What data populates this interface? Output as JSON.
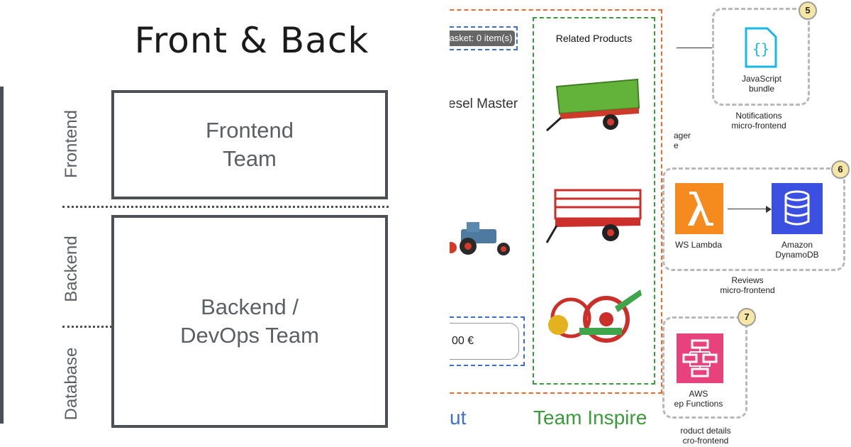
{
  "left": {
    "title": "Front & Back",
    "frontend_team": "Frontend\nTeam",
    "backend_team": "Backend /\nDevOps Team",
    "layers": [
      "Frontend",
      "Backend",
      "Database"
    ]
  },
  "right": {
    "basket_label": "asket: 0 item(s)",
    "related_products_title": "Related Products",
    "product_name_partial": "esel Master",
    "price_partial": "00 €",
    "team_left_partial": "ut",
    "team_inspire": "Team Inspire",
    "aws": {
      "js_bundle": "JavaScript\nbundle",
      "notifications": "Notifications\nmicro-frontend",
      "manager_partial": "ager\ne",
      "lambda": "WS Lambda",
      "dynamodb": "Amazon\nDynamoDB",
      "reviews": "Reviews\nmicro-frontend",
      "step_functions": "AWS\nep Functions",
      "product_details": "roduct details\ncro-frontend"
    },
    "badges": [
      "5",
      "6",
      "7"
    ]
  },
  "colors": {
    "orange_dash": "#ef6a2a",
    "green_dash": "#3b9a3b",
    "blue_dash": "#3d6fd1",
    "team_blue": "#3d6fd1",
    "team_green": "#3b9a3b",
    "lambda_orange": "#f58a1f",
    "dynamodb_blue": "#3b4fe0",
    "step_pink": "#e8427c",
    "js_cyan": "#17b8e6"
  }
}
